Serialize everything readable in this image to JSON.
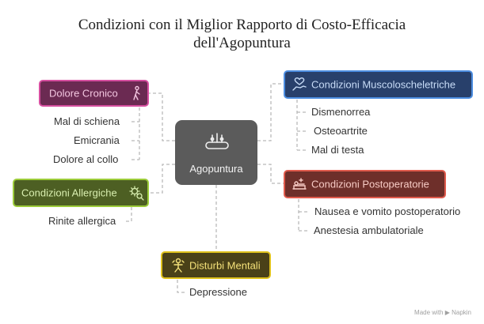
{
  "title_line1": "Condizioni con il Miglior Rapporto di Costo-Efficacia",
  "title_line2": "dell'Agopuntura",
  "center": {
    "label": "Agopuntura",
    "icon": "acupuncture-icon"
  },
  "categories": {
    "dolore": {
      "label": "Dolore Cronico",
      "icon": "pain-body-icon",
      "color": "#d64fa0",
      "fill": "#6b2a52",
      "items": [
        "Mal di schiena",
        "Emicrania",
        "Dolore al collo"
      ]
    },
    "allergiche": {
      "label": "Condizioni Allergiche",
      "icon": "allergy-virus-icon",
      "color": "#9ccc3a",
      "fill": "#4d5f23",
      "items": [
        "Rinite allergica"
      ]
    },
    "mentali": {
      "label": "Disturbi Mentali",
      "icon": "mental-health-icon",
      "color": "#e0c21c",
      "fill": "#4a4118",
      "items": [
        "Depressione"
      ]
    },
    "muscolo": {
      "label": "Condizioni Muscoloscheletriche",
      "icon": "heart-hand-icon",
      "color": "#4c8de0",
      "fill": "#28406b",
      "items": [
        "Dismenorrea",
        "Osteoartrite",
        "Mal di testa"
      ]
    },
    "postop": {
      "label": "Condizioni Postoperatorie",
      "icon": "surgery-bed-icon",
      "color": "#e05a4c",
      "fill": "#6e2f2a",
      "items": [
        "Nausea e vomito postoperatorio",
        "Anestesia ambulatoriale"
      ]
    }
  },
  "footer": "Made with ▶ Napkin"
}
